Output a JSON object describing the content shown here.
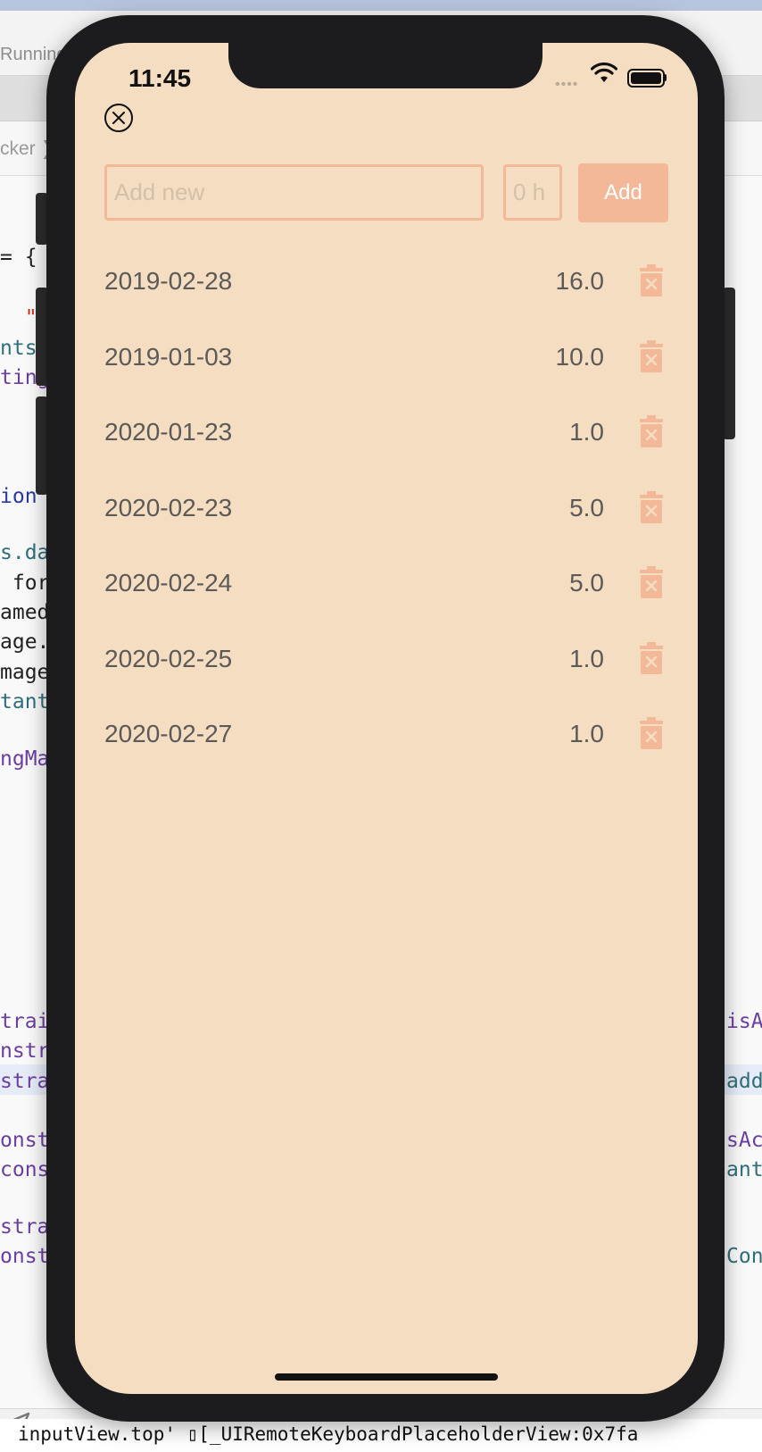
{
  "background": {
    "toolbar_status": "Running",
    "breadcrumb": "cker ❯",
    "code_lines": [
      {
        "text": "= {",
        "color": "black"
      },
      {
        "text": "  \"P",
        "color": "red"
      },
      {
        "text": "nts.",
        "color": "teal"
      },
      {
        "text": "tingM",
        "color": "purple"
      },
      {
        "text": "ion =",
        "color": "blue"
      },
      {
        "text": "s.da",
        "color": "teal"
      },
      {
        "text": " for",
        "color": "black"
      },
      {
        "text": "amed",
        "color": "black"
      },
      {
        "text": "age.w",
        "color": "black"
      },
      {
        "text": "mage",
        "color": "black"
      },
      {
        "text": "tants",
        "color": "teal"
      },
      {
        "text": "ngMas",
        "color": "purple"
      },
      {
        "text": "trair",
        "color": "purple"
      },
      {
        "text": "nstra",
        "color": "purple"
      },
      {
        "text": "strai",
        "color": "purple"
      },
      {
        "text": "onsti",
        "color": "purple"
      },
      {
        "text": "cons",
        "color": "purple"
      },
      {
        "text": "strai",
        "color": "purple"
      },
      {
        "text": "onsti",
        "color": "purple"
      }
    ],
    "code_right": [
      {
        "text": "isA",
        "color": "purple"
      },
      {
        "text": "addi",
        "color": "teal"
      },
      {
        "text": "sAct",
        "color": "purple"
      },
      {
        "text": "ants",
        "color": "teal"
      },
      {
        "text": "Cons",
        "color": "teal"
      }
    ],
    "console_text": "inputView.top' ▯[_UIRemoteKeyboardPlaceholderView:0x7fa"
  },
  "status_bar": {
    "time": "11:45"
  },
  "form": {
    "name_placeholder": "Add new",
    "hours_placeholder": "0 h",
    "add_label": "Add"
  },
  "entries": [
    {
      "date": "2019-02-28",
      "hours": "16.0"
    },
    {
      "date": "2019-01-03",
      "hours": "10.0"
    },
    {
      "date": "2020-01-23",
      "hours": "1.0"
    },
    {
      "date": "2020-02-23",
      "hours": "5.0"
    },
    {
      "date": "2020-02-24",
      "hours": "5.0"
    },
    {
      "date": "2020-02-25",
      "hours": "1.0"
    },
    {
      "date": "2020-02-27",
      "hours": "1.0"
    }
  ],
  "colors": {
    "screen_background": "#f4ddc0",
    "accent": "#f3b898",
    "text": "#5c5a58",
    "phone_frame": "#1c1c1e"
  },
  "icons": {
    "close": "close-circle-icon",
    "delete": "trash-icon",
    "wifi": "wifi-icon",
    "battery": "battery-icon",
    "location": "location-arrow-icon"
  }
}
